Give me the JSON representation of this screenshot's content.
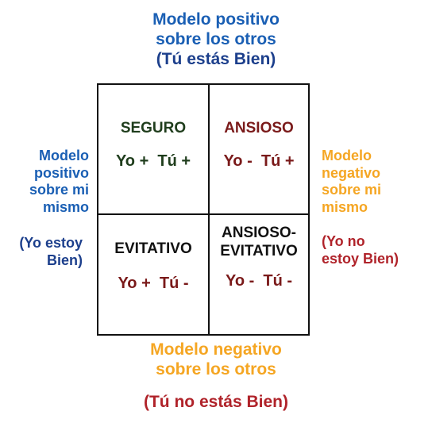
{
  "top": {
    "line1": "Modelo positivo",
    "line2": "sobre los otros",
    "line3": "(Tú estás Bien)"
  },
  "bottom": {
    "line1": "Modelo negativo",
    "line2": "sobre los otros",
    "note": "(Tú no estás Bien)"
  },
  "left": {
    "line1": "Modelo",
    "line2": "positivo",
    "line3": "sobre mi",
    "line4": "mismo",
    "note1": "(Yo estoy",
    "note2": "Bien)"
  },
  "right": {
    "line1": "Modelo",
    "line2": "negativo",
    "line3": "sobre mi",
    "line4": "mismo",
    "note1": "(Yo no",
    "note2": "estoy Bien)"
  },
  "quadrants": {
    "top_left": {
      "title": "SEGURO",
      "value": "Yo +  Tú +"
    },
    "top_right": {
      "title": "ANSIOSO",
      "value": "Yo -  Tú +"
    },
    "bottom_left": {
      "title": "EVITATIVO",
      "value": "Yo +  Tú -"
    },
    "bottom_right": {
      "title1": "ANSIOSO-",
      "title2": "EVITATIVO",
      "value": "Yo -  Tú -"
    }
  },
  "colors": {
    "blue": "#1a5fb4",
    "navy": "#1c3f8c",
    "orange": "#f5a623",
    "red": "#b0232a",
    "green": "#1f3d1c",
    "maroon": "#7a1a1a"
  }
}
